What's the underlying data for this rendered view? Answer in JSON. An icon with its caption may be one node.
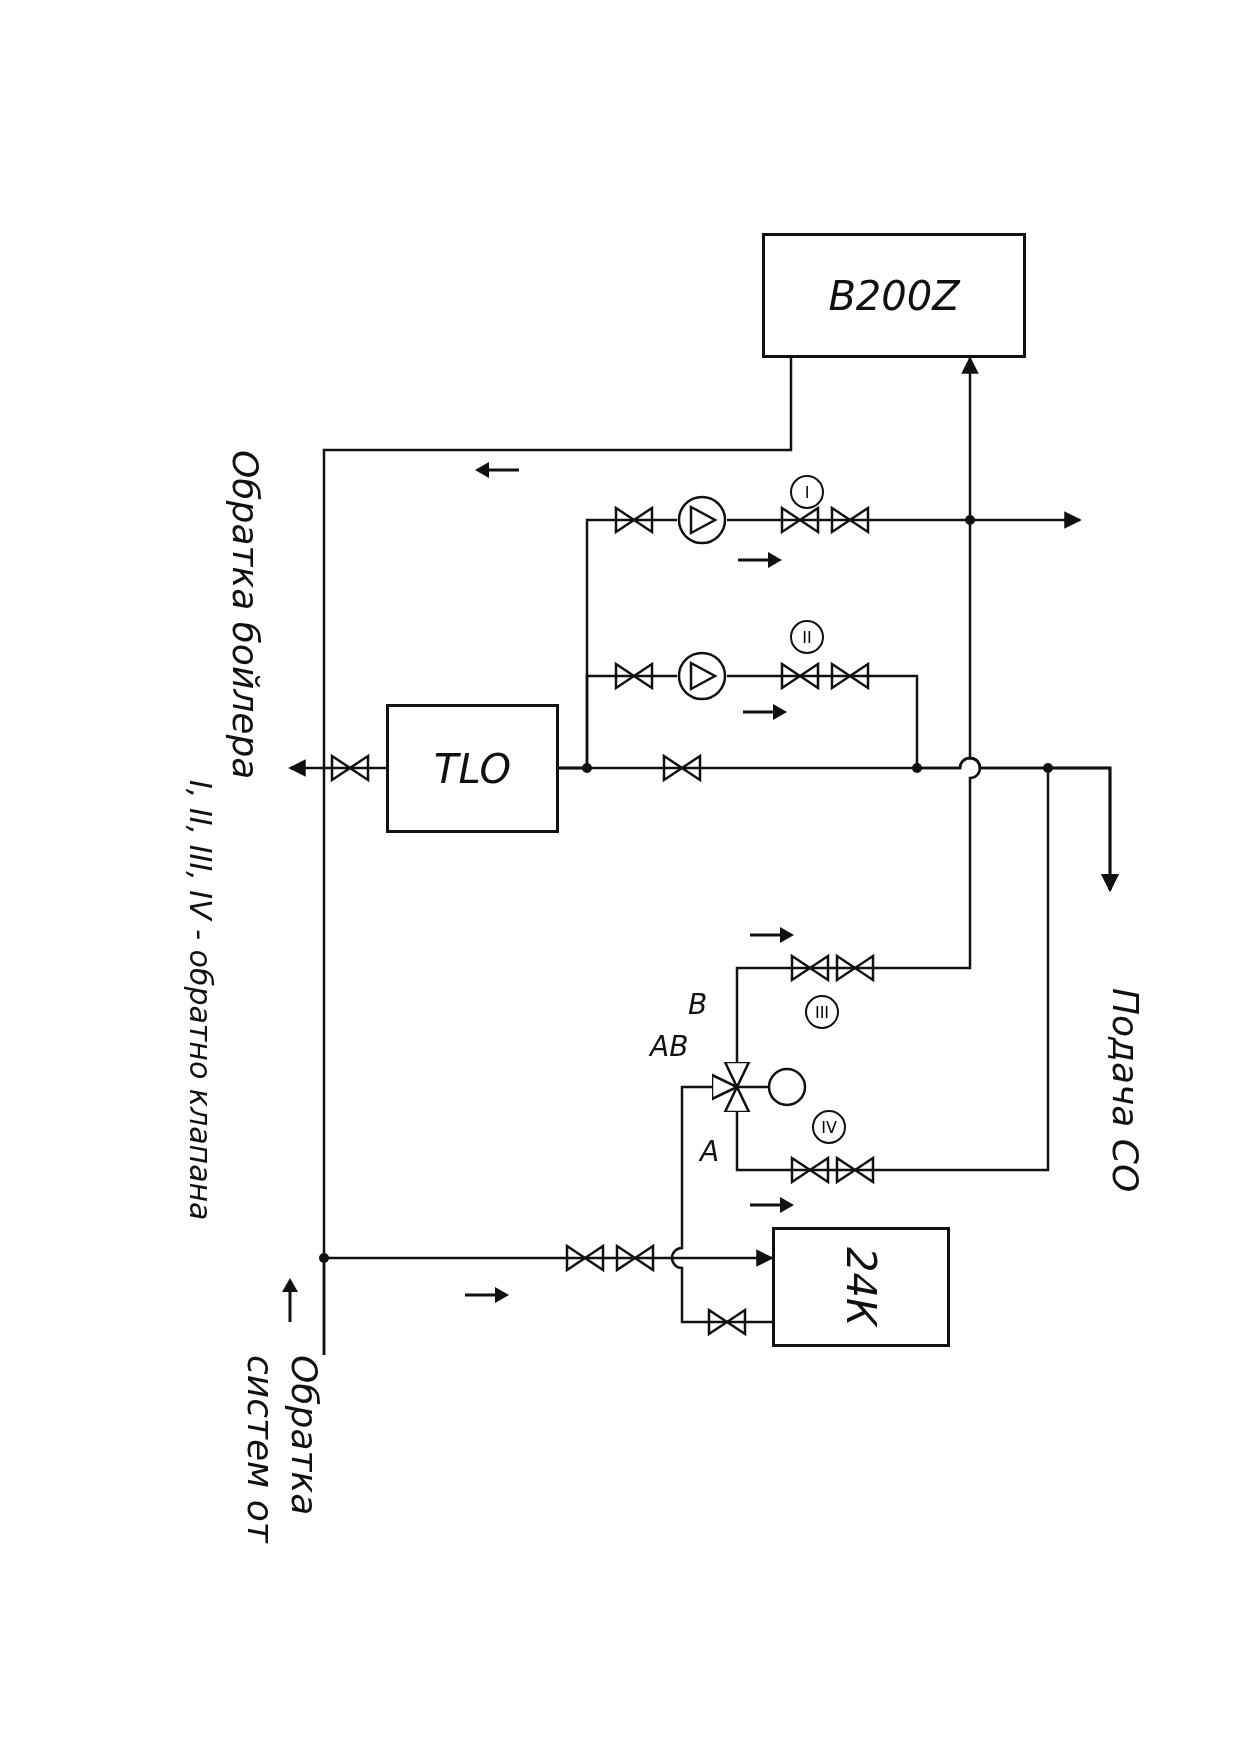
{
  "diagram": {
    "nodes": [
      {
        "text": [
          "Обратка бойлера"
        ]
      },
      {
        "text": [
          "B200Z"
        ]
      },
      {
        "text": [
          "TLO"
        ]
      },
      {
        "text": [],
        "shape": "circle"
      },
      {
        "text": [],
        "shape": "circle"
      },
      {
        "text": [
          "Подача СО"
        ]
      },
      {
        "text": [],
        "shape": "valve"
      },
      {
        "text": [
          "24К"
        ]
      },
      {
        "text": [
          "Обратка систем от"
        ]
      }
    ],
    "edges": [
      {
        "from": 1,
        "to": 0,
        "arrow": "to"
      },
      {
        "from": 8,
        "to": 7,
        "arrow": "to"
      },
      {
        "from": 8,
        "to": 2,
        "arrow": "none"
      },
      {
        "from": 2,
        "to": 3,
        "arrow": "none"
      },
      {
        "from": 3,
        "to": null,
        "arrow": "to"
      },
      {
        "from": 6,
        "to": 1,
        "arrow": "to"
      },
      {
        "from": 2,
        "to": 4,
        "arrow": "none"
      },
      {
        "from": 4,
        "to": 5,
        "arrow": "to"
      },
      {
        "from": 2,
        "to": 5,
        "arrow": "to"
      },
      {
        "from": 6,
        "to": 5,
        "arrow": "to"
      },
      {
        "from": 7,
        "to": 6,
        "arrow": "none"
      }
    ],
    "labels": [
      "I",
      "II",
      "III",
      "IV",
      "В",
      "АВ",
      "А",
      "I, II, III, IV - обратно клапана"
    ]
  }
}
